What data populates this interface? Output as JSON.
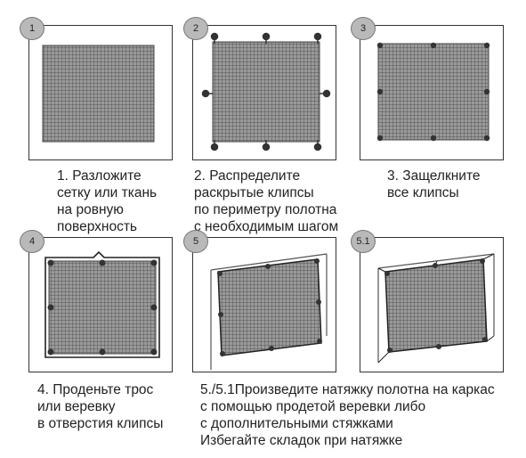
{
  "steps": [
    {
      "badge": "1",
      "lines": [
        "1. Разложите",
        "сетку или ткань",
        "на ровную",
        "поверхность"
      ]
    },
    {
      "badge": "2",
      "lines": [
        "2. Распределите",
        "раскрытые клипсы",
        "по периметру полотна",
        "с необходимым шагом"
      ]
    },
    {
      "badge": "3",
      "lines": [
        "3. Защелкните",
        "все клипсы"
      ]
    },
    {
      "badge": "4",
      "lines": [
        "4. Проденьте трос",
        "или веревку",
        "в отверстия клипсы"
      ]
    },
    {
      "badge": "5",
      "lines": []
    },
    {
      "badge": "5.1",
      "lines": []
    }
  ],
  "final_caption": {
    "lines": [
      "5./5.1Произведите натяжку полотна на каркас",
      "с помощью продетой веревки либо",
      "с дополнительными стяжками",
      "Избегайте складок при натяжке"
    ]
  },
  "colors": {
    "mesh": "#8a8a8a",
    "clip": "#333333",
    "badge": "#b9b9b9"
  }
}
